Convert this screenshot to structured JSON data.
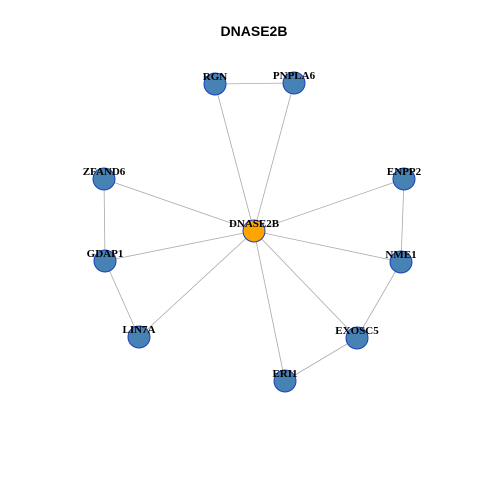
{
  "title": "DNASE2B",
  "colors": {
    "hub_fill": "#FFA500",
    "node_fill": "#4682B4",
    "node_stroke": "#1F3FBF",
    "edge": "#AAAAAA"
  },
  "nodes": [
    {
      "id": "DNASE2B",
      "label": "DNASE2B",
      "hub": true
    },
    {
      "id": "RGN",
      "label": "RGN"
    },
    {
      "id": "PNPLA6",
      "label": "PNPLA6"
    },
    {
      "id": "ZFAND6",
      "label": "ZFAND6"
    },
    {
      "id": "ENPP2",
      "label": "ENPP2"
    },
    {
      "id": "GDAP1",
      "label": "GDAP1"
    },
    {
      "id": "NME1",
      "label": "NME1"
    },
    {
      "id": "LIN7A",
      "label": "LIN7A"
    },
    {
      "id": "EXOSC5",
      "label": "EXOSC5"
    },
    {
      "id": "ERI1",
      "label": "ERI1"
    }
  ],
  "edges": [
    [
      "DNASE2B",
      "RGN"
    ],
    [
      "DNASE2B",
      "PNPLA6"
    ],
    [
      "DNASE2B",
      "ZFAND6"
    ],
    [
      "DNASE2B",
      "ENPP2"
    ],
    [
      "DNASE2B",
      "GDAP1"
    ],
    [
      "DNASE2B",
      "NME1"
    ],
    [
      "DNASE2B",
      "LIN7A"
    ],
    [
      "DNASE2B",
      "EXOSC5"
    ],
    [
      "DNASE2B",
      "ERI1"
    ],
    [
      "RGN",
      "PNPLA6"
    ],
    [
      "ZFAND6",
      "GDAP1"
    ],
    [
      "GDAP1",
      "LIN7A"
    ],
    [
      "ENPP2",
      "NME1"
    ],
    [
      "NME1",
      "EXOSC5"
    ],
    [
      "EXOSC5",
      "ERI1"
    ]
  ]
}
